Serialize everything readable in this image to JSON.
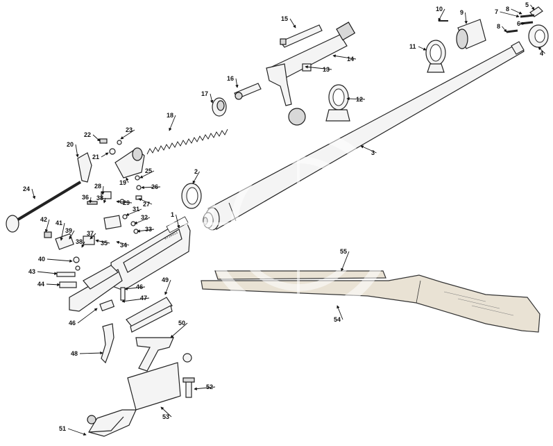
{
  "diagram": {
    "callouts": [
      {
        "id": "1",
        "label": "1"
      },
      {
        "id": "2",
        "label": "2"
      },
      {
        "id": "3",
        "label": "3"
      },
      {
        "id": "4",
        "label": "4"
      },
      {
        "id": "5",
        "label": "5"
      },
      {
        "id": "6",
        "label": "6"
      },
      {
        "id": "7",
        "label": "7"
      },
      {
        "id": "8",
        "label": "8"
      },
      {
        "id": "8b",
        "label": "8"
      },
      {
        "id": "9",
        "label": "9"
      },
      {
        "id": "10",
        "label": "10"
      },
      {
        "id": "11",
        "label": "11"
      },
      {
        "id": "12",
        "label": "12"
      },
      {
        "id": "13",
        "label": "13"
      },
      {
        "id": "14",
        "label": "14"
      },
      {
        "id": "15",
        "label": "15"
      },
      {
        "id": "16",
        "label": "16"
      },
      {
        "id": "17",
        "label": "17"
      },
      {
        "id": "18",
        "label": "18"
      },
      {
        "id": "19",
        "label": "19"
      },
      {
        "id": "20",
        "label": "20"
      },
      {
        "id": "21",
        "label": "21"
      },
      {
        "id": "22",
        "label": "22"
      },
      {
        "id": "23",
        "label": "23"
      },
      {
        "id": "24",
        "label": "24"
      },
      {
        "id": "25",
        "label": "25"
      },
      {
        "id": "26",
        "label": "26"
      },
      {
        "id": "27",
        "label": "27"
      },
      {
        "id": "28",
        "label": "28"
      },
      {
        "id": "29",
        "label": "29"
      },
      {
        "id": "31",
        "label": "31"
      },
      {
        "id": "32",
        "label": "32"
      },
      {
        "id": "33",
        "label": "33"
      },
      {
        "id": "34",
        "label": "34"
      },
      {
        "id": "35",
        "label": "35"
      },
      {
        "id": "36",
        "label": "36"
      },
      {
        "id": "37",
        "label": "37"
      },
      {
        "id": "38",
        "label": "38"
      },
      {
        "id": "38b",
        "label": "38"
      },
      {
        "id": "39",
        "label": "39"
      },
      {
        "id": "40",
        "label": "40"
      },
      {
        "id": "41",
        "label": "41"
      },
      {
        "id": "42",
        "label": "42"
      },
      {
        "id": "43",
        "label": "43"
      },
      {
        "id": "44",
        "label": "44"
      },
      {
        "id": "46",
        "label": "46"
      },
      {
        "id": "46b",
        "label": "46"
      },
      {
        "id": "47",
        "label": "47"
      },
      {
        "id": "48",
        "label": "48"
      },
      {
        "id": "49",
        "label": "49"
      },
      {
        "id": "50",
        "label": "50"
      },
      {
        "id": "51",
        "label": "51"
      },
      {
        "id": "52",
        "label": "52"
      },
      {
        "id": "53",
        "label": "53"
      },
      {
        "id": "54",
        "label": "54"
      },
      {
        "id": "55",
        "label": "55"
      }
    ],
    "receiver_marking": "KY16011",
    "watermark": {
      "text": "PERFORM"
    }
  }
}
